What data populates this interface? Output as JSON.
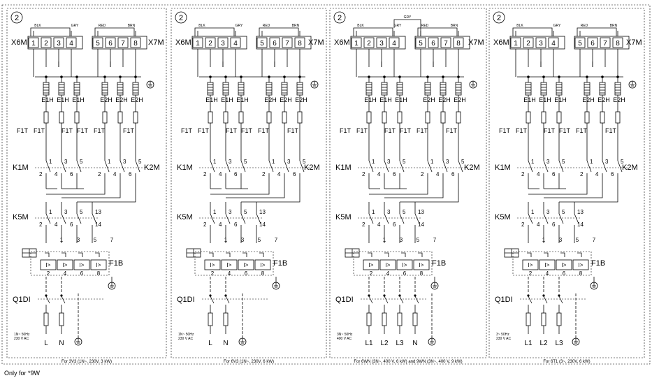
{
  "circle_number": "2",
  "connector_left": "X6M",
  "connector_right": "X7M",
  "terminals_left": [
    "1",
    "2",
    "3",
    "4"
  ],
  "terminals_right": [
    "5",
    "6",
    "7",
    "8"
  ],
  "wire_colors": {
    "blk": "BLK",
    "gry": "GRY",
    "red": "RED",
    "brn": "BRN"
  },
  "heaters_left": [
    "E1H",
    "E1H",
    "E1H"
  ],
  "heaters_right": [
    "E2H",
    "E2H",
    "E2H"
  ],
  "fuse_label": "F1T",
  "contactor_k1": "K1M",
  "contactor_k2": "K2M",
  "contactor_k5": "K5M",
  "breaker_label": "F1B",
  "disconnect_label": "Q1DI",
  "contact_numbers": {
    "top": [
      "1",
      "3",
      "5"
    ],
    "bottom": [
      "2",
      "4",
      "6"
    ],
    "aux_top": "13",
    "aux_bottom": "14"
  },
  "breaker_numbers": {
    "top": [
      "1",
      "3",
      "5",
      "7"
    ],
    "bottom": [
      "2",
      "4",
      "6",
      "8"
    ]
  },
  "breaker_symbol": "I>",
  "panels": [
    {
      "supply_lines": [
        "1N~ 50Hz",
        "230 V AC"
      ],
      "terminals": [
        "L",
        "N"
      ],
      "caption": "For 3V3 (1N~, 230V, 3 kW)"
    },
    {
      "supply_lines": [
        "1N~ 50Hz",
        "230 V AC"
      ],
      "terminals": [
        "L",
        "N"
      ],
      "caption": "For 6V3 (1N~, 230V, 6 kW)"
    },
    {
      "supply_lines": [
        "3N~ 50Hz",
        "400 V AC"
      ],
      "terminals": [
        "L1",
        "L2",
        "L3",
        "N"
      ],
      "caption": "For 6WN (3N~, 400 V, 6 kW) and 9WN (3N~, 400 V, 9 kW)"
    },
    {
      "supply_lines": [
        "3~ 50Hz",
        "230 V AC"
      ],
      "terminals": [
        "L1",
        "L2",
        "L3"
      ],
      "caption": "For 6T1 (3~, 230V, 6 kW)"
    }
  ],
  "footer_note": "Only for *9W"
}
